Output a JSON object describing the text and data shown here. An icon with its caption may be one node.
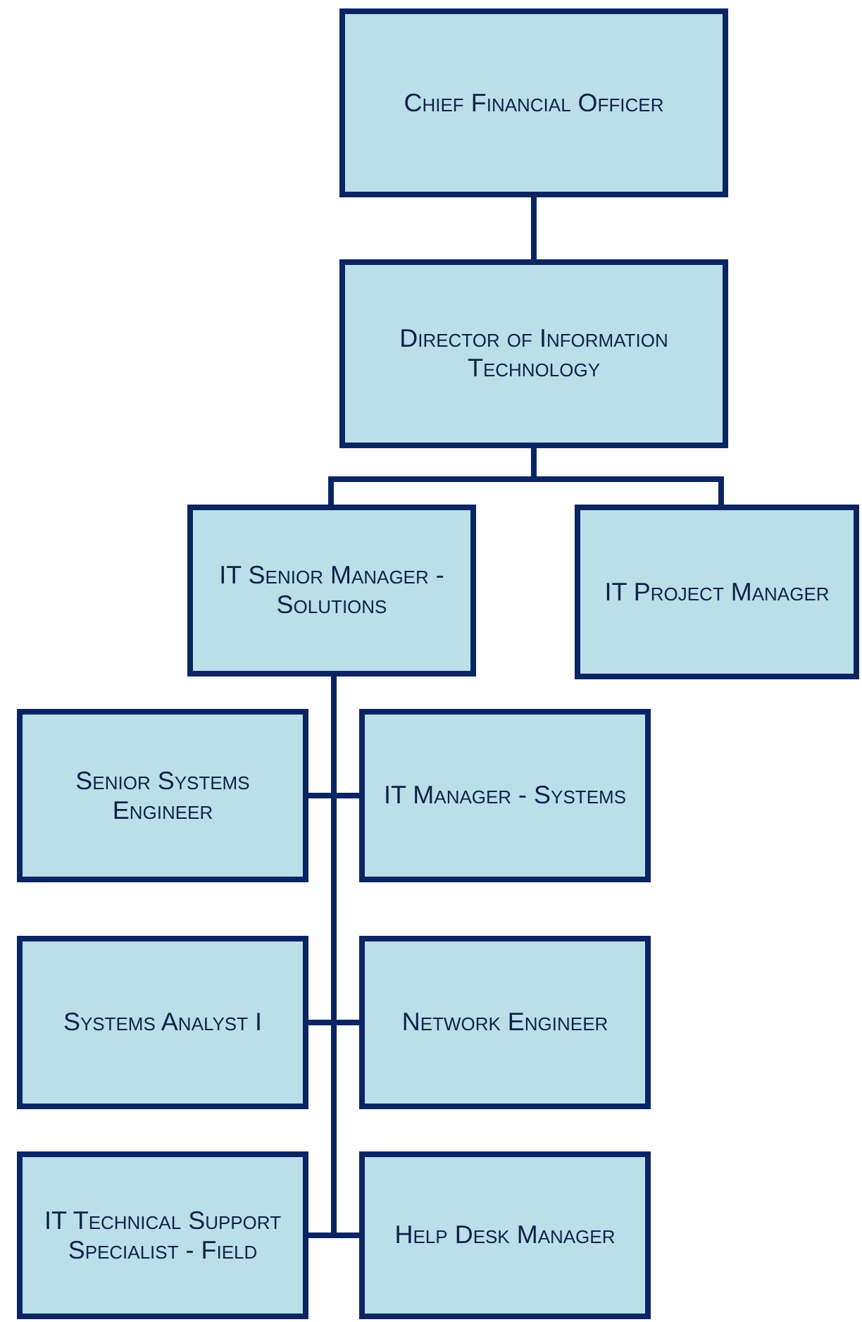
{
  "diagram": {
    "nodes": [
      {
        "text": [
          "Chief Financial Officer"
        ]
      },
      {
        "text": [
          "Director of Information Technology"
        ]
      },
      {
        "text": [
          "IT Senior Manager - Solutions"
        ]
      },
      {
        "text": [
          "IT Project Manager"
        ]
      },
      {
        "text": [
          "Senior Systems Engineer"
        ]
      },
      {
        "text": [
          "IT Manager - Systems"
        ]
      },
      {
        "text": [
          "Systems Analyst I"
        ]
      },
      {
        "text": [
          "Network Engineer"
        ]
      },
      {
        "text": [
          "IT Technical Support Specialist - Field"
        ]
      },
      {
        "text": [
          "Help Desk Manager"
        ]
      }
    ],
    "edges": [
      {
        "from": 0,
        "to": 1,
        "arrow": "none"
      },
      {
        "from": 1,
        "to": 2,
        "arrow": "none"
      },
      {
        "from": 1,
        "to": 3,
        "arrow": "none"
      },
      {
        "from": 2,
        "to": 4,
        "arrow": "none"
      },
      {
        "from": 2,
        "to": 5,
        "arrow": "none"
      },
      {
        "from": 2,
        "to": 6,
        "arrow": "none"
      },
      {
        "from": 2,
        "to": 7,
        "arrow": "none"
      },
      {
        "from": 2,
        "to": 8,
        "arrow": "none"
      },
      {
        "from": 2,
        "to": 9,
        "arrow": "none"
      }
    ]
  }
}
